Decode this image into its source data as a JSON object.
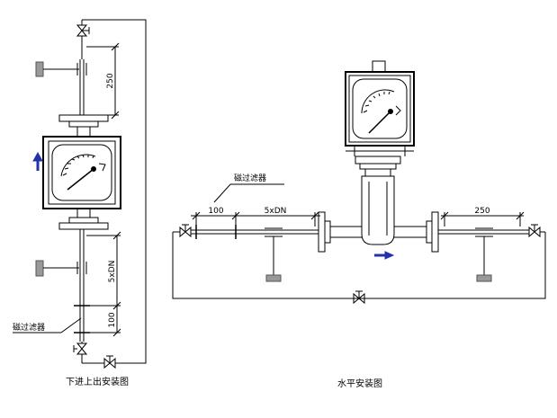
{
  "left_view": {
    "caption": "下进上出安装图",
    "filter_label": "磁过滤器",
    "dim_top": "250",
    "dim_mid": "5xDN",
    "dim_bottom": "100",
    "flow_arrow_color": "#2233aa"
  },
  "right_view": {
    "caption": "水平安装图",
    "filter_label": "磁过滤器",
    "dim_left_100": "100",
    "dim_left_5dn": "5xDN",
    "dim_right": "250",
    "flow_arrow_color": "#2233aa"
  }
}
